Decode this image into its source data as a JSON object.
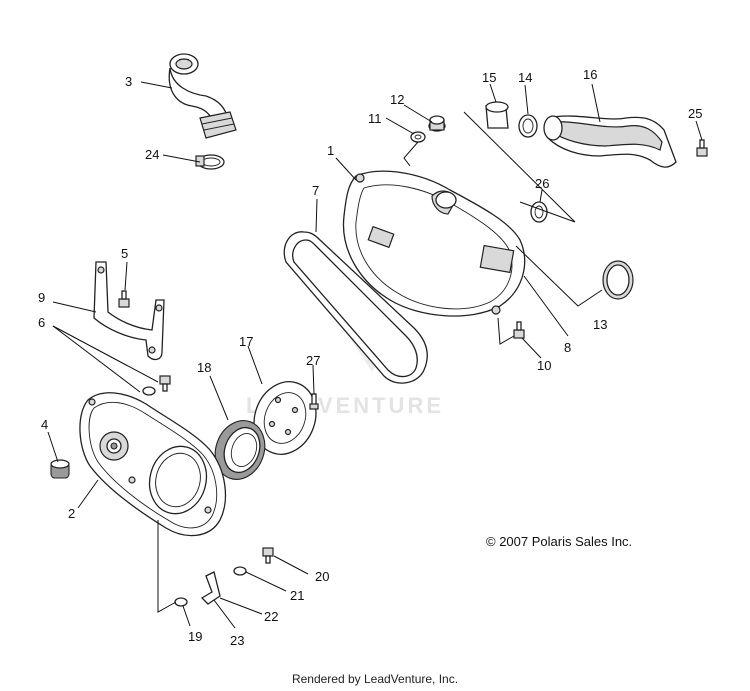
{
  "callouts": [
    {
      "id": "1",
      "label": "1"
    },
    {
      "id": "2",
      "label": "2"
    },
    {
      "id": "3",
      "label": "3"
    },
    {
      "id": "4",
      "label": "4"
    },
    {
      "id": "5",
      "label": "5"
    },
    {
      "id": "6",
      "label": "6"
    },
    {
      "id": "7",
      "label": "7"
    },
    {
      "id": "8",
      "label": "8"
    },
    {
      "id": "9",
      "label": "9"
    },
    {
      "id": "10",
      "label": "10"
    },
    {
      "id": "11",
      "label": "11"
    },
    {
      "id": "12",
      "label": "12"
    },
    {
      "id": "13",
      "label": "13"
    },
    {
      "id": "14",
      "label": "14"
    },
    {
      "id": "15",
      "label": "15"
    },
    {
      "id": "16",
      "label": "16"
    },
    {
      "id": "17",
      "label": "17"
    },
    {
      "id": "18",
      "label": "18"
    },
    {
      "id": "19",
      "label": "19"
    },
    {
      "id": "20",
      "label": "20"
    },
    {
      "id": "21",
      "label": "21"
    },
    {
      "id": "22",
      "label": "22"
    },
    {
      "id": "23",
      "label": "23"
    },
    {
      "id": "24",
      "label": "24"
    },
    {
      "id": "25",
      "label": "25"
    },
    {
      "id": "26",
      "label": "26"
    },
    {
      "id": "27",
      "label": "27"
    }
  ],
  "watermark_text": "LEADVENTURE",
  "copyright": "© 2007 Polaris Sales Inc.",
  "footer": "Rendered by LeadVenture, Inc."
}
